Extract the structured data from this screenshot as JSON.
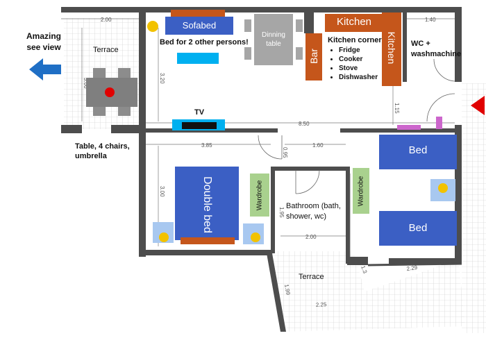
{
  "labels": {
    "amazing_view": "Amazing see view",
    "terrace_top": "Terrace",
    "table_chairs": "Table, 4 chairs, umbrella",
    "sofabed": "Sofabed",
    "bed_extra": "Bed for 2 other persons!",
    "dinning_table": "Dinning table",
    "kitchen_h": "Kitchen",
    "kitchen_v": "Kitchen",
    "bar": "Bar",
    "kitchen_corner": "Kitchen corner",
    "wc": "WC + washmachine",
    "tv": "TV",
    "double_bed": "Double bed",
    "wardrobe_left": "Wardrobe",
    "wardrobe_right": "Wardrobe",
    "bathroom": "Bathroom (bath, shower, wc)",
    "bed_top": "Bed",
    "bed_bottom": "Bed",
    "terrace_bottom": "Terrace"
  },
  "kitchen_items": [
    "Fridge",
    "Cooker",
    "Stove",
    "Dishwasher"
  ],
  "dimensions": {
    "top_width": "2.00",
    "wc_width": "1.40",
    "terrace_height": "3.00",
    "living_height": "3.20",
    "hall_gap": "1.15",
    "total_width": "8.50",
    "bedroom_width": "3.85",
    "passage": "0.95",
    "hall_width": "1.60",
    "bedroom_height": "3.00",
    "bath_height": "1.95",
    "bath_width": "2.00",
    "terrace_side": "1.99",
    "terrace_diag": "2.29",
    "terrace_bottom": "2.25",
    "terrace_small": "1.3"
  },
  "colors": {
    "wall": "#4d4d4d",
    "blue_furniture": "#3b5fc4",
    "orange_furniture": "#c5561b",
    "grey_furniture": "#a6a6a6",
    "wardrobe_green": "#a9d18e",
    "light_blue": "#a8c8f0",
    "lamp_yellow": "#f2c200",
    "arrow_blue": "#1f6fc5",
    "arrow_red": "#e00000",
    "cyan": "#00b0f0",
    "magenta": "#cc66cc"
  }
}
